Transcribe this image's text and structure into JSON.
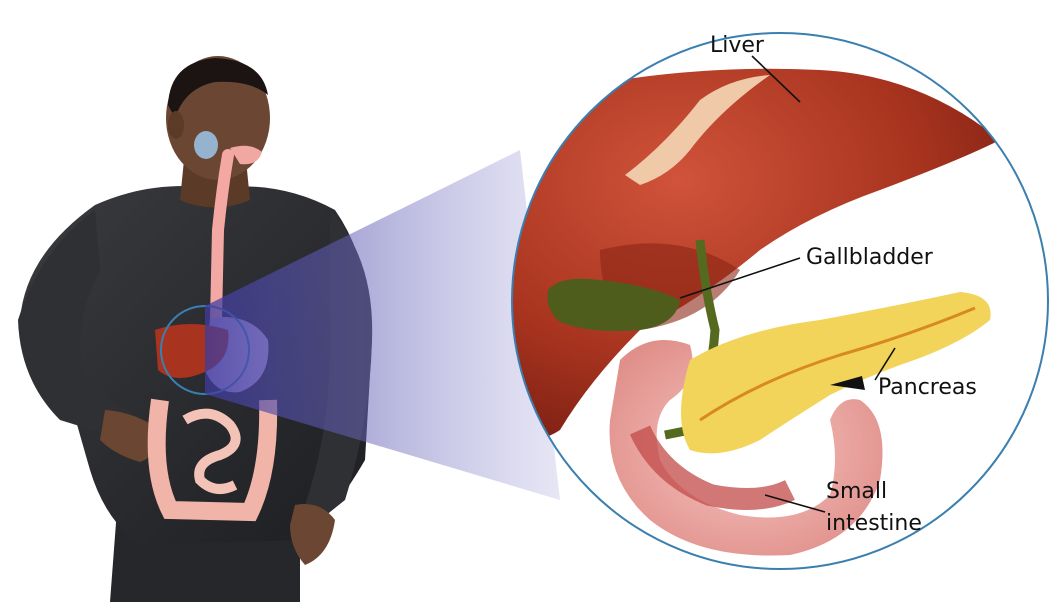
{
  "labels": {
    "liver": "Liver",
    "gallbladder": "Gallbladder",
    "pancreas": "Pancreas",
    "small_intestine_line1": "Small",
    "small_intestine_line2": "intestine"
  },
  "colors": {
    "circle_border": "#3a7fb0",
    "callout_beam": "#5d5ab8",
    "shirt": "#2a2b2e",
    "skin": "#6b4632",
    "liver": "#a8341f",
    "gallbladder": "#4f5d1c",
    "pancreas": "#f2d45a",
    "small_intestine": "#e89a9a",
    "stomach": "#b6a3d8",
    "colon": "#f0b4a8",
    "esophagus": "#f3a8a4"
  },
  "icons": {
    "figure": "human-figure-icon",
    "magnifier": "magnified-organ-circle"
  }
}
